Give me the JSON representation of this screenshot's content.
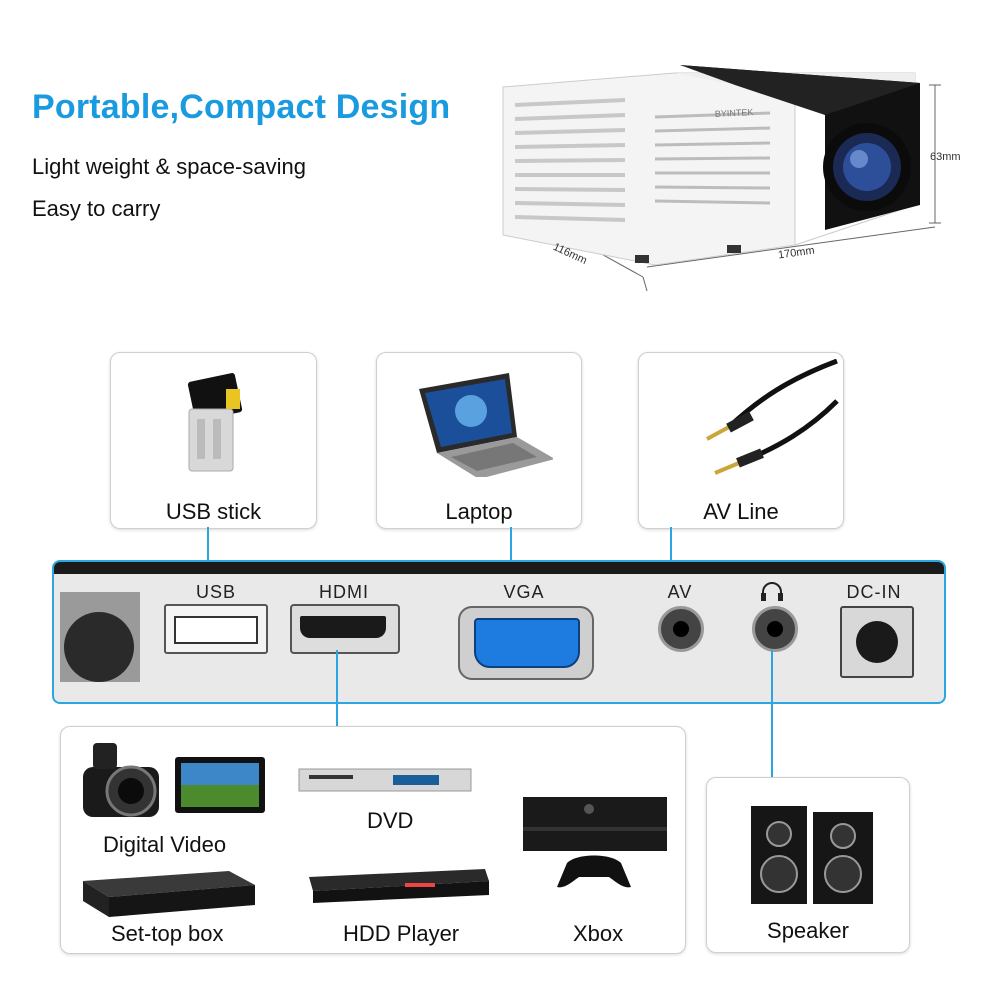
{
  "header": {
    "title": "Portable,Compact Design",
    "features": [
      "Light weight & space-saving",
      "Easy to carry"
    ]
  },
  "projector": {
    "brand_mark": "BYINTEK",
    "dimensions": {
      "height": "63mm",
      "depth": "116mm",
      "width": "170mm"
    }
  },
  "inputs": [
    {
      "label": "USB stick",
      "icon": "usb-stick-icon"
    },
    {
      "label": "Laptop",
      "icon": "laptop-icon"
    },
    {
      "label": "AV Line",
      "icon": "av-cable-icon"
    }
  ],
  "ports": {
    "usb": "USB",
    "hdmi": "HDMI",
    "vga": "VGA",
    "av": "AV",
    "headphone_icon": "headphone-icon",
    "dcin": "DC-IN"
  },
  "devices": {
    "digital_video": "Digital Video",
    "dvd": "DVD",
    "settop": "Set-top box",
    "hdd": "HDD Player",
    "xbox": "Xbox"
  },
  "speaker": {
    "label": "Speaker"
  },
  "colors": {
    "accent": "#2ca6e0",
    "title": "#1a9be0",
    "vga_blue": "#1e7be0"
  }
}
